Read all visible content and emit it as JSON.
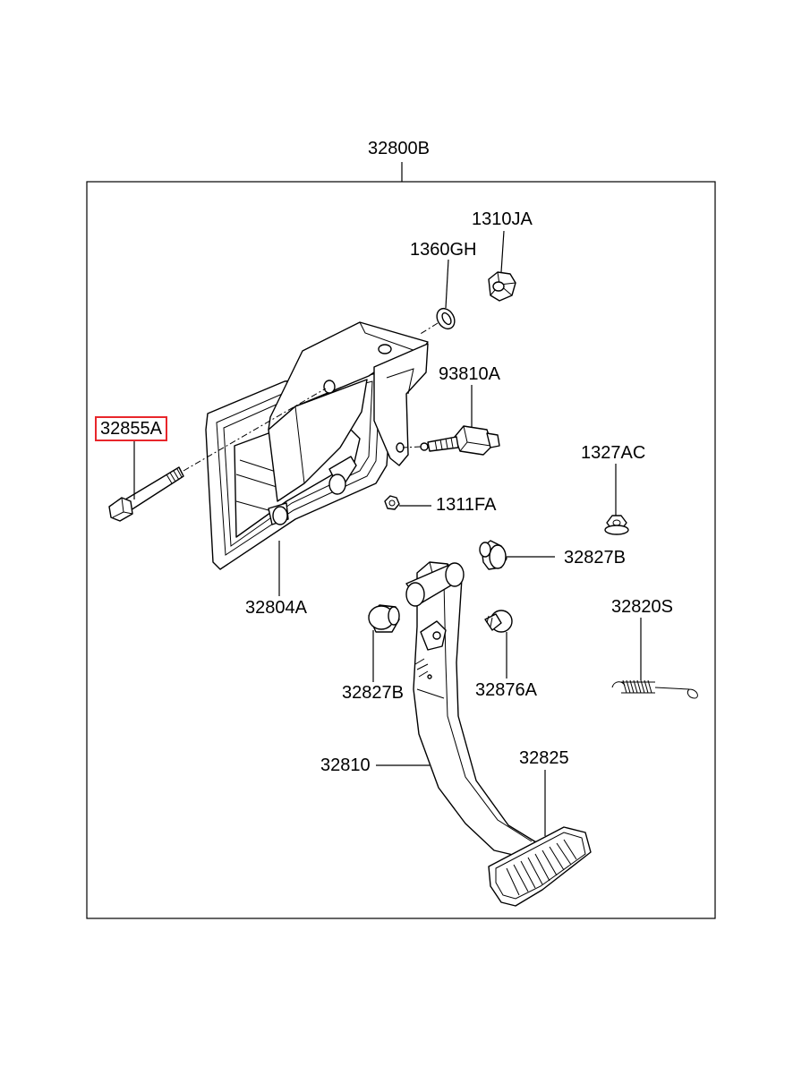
{
  "assembly": {
    "label": "32800B"
  },
  "callouts": {
    "bolt": "32855A",
    "washer": "1360GH",
    "nut_top": "1310JA",
    "switch": "93810A",
    "nut_flange": "1327AC",
    "nut_small": "1311FA",
    "bracket": "32804A",
    "bushing_right": "32827B",
    "spring": "32820S",
    "bushing_left": "32827B",
    "stopper": "32876A",
    "pedal_arm": "32810",
    "pedal_pad": "32825"
  },
  "highlighted_part": "32855A",
  "colors": {
    "highlight": "#e8262b",
    "line": "#000000",
    "background": "#ffffff"
  }
}
